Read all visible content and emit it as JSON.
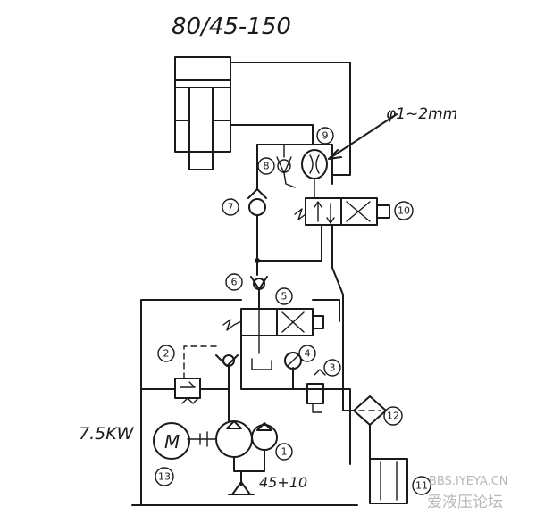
{
  "diagram": {
    "title": "80/45-150",
    "orifice_note": "φ1~2mm",
    "motor_power": "7.5KW",
    "motor_symbol": "M",
    "pump_flow": "45+10",
    "components": [
      {
        "id": "1",
        "label": "1"
      },
      {
        "id": "2",
        "label": "2"
      },
      {
        "id": "3",
        "label": "3"
      },
      {
        "id": "4",
        "label": "4"
      },
      {
        "id": "5",
        "label": "5"
      },
      {
        "id": "6",
        "label": "6"
      },
      {
        "id": "7",
        "label": "7"
      },
      {
        "id": "8",
        "label": "8"
      },
      {
        "id": "9",
        "label": "9"
      },
      {
        "id": "10",
        "label": "10"
      },
      {
        "id": "11",
        "label": "11"
      },
      {
        "id": "12",
        "label": "12"
      },
      {
        "id": "13",
        "label": "13"
      }
    ]
  },
  "watermark": {
    "url": "BBS.IYEYA.CN",
    "site": "爱液压论坛"
  }
}
